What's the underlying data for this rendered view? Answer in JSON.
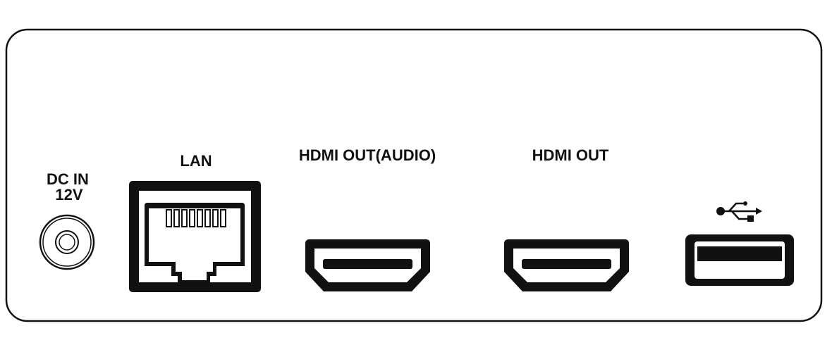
{
  "panel": {
    "ports": [
      {
        "id": "dc",
        "label_line1": "DC IN",
        "label_line2": "12V",
        "icon": "dc-power-jack-icon"
      },
      {
        "id": "lan",
        "label": "LAN",
        "icon": "rj45-port-icon"
      },
      {
        "id": "hdmi-audio",
        "label": "HDMI OUT(AUDIO)",
        "icon": "hdmi-port-icon"
      },
      {
        "id": "hdmi",
        "label": "HDMI OUT",
        "icon": "hdmi-port-icon"
      },
      {
        "id": "usb",
        "icon": "usb-symbol-icon",
        "port_icon": "usb-a-port-icon"
      }
    ]
  },
  "colors": {
    "stroke": "#111111",
    "background": "#ffffff"
  }
}
